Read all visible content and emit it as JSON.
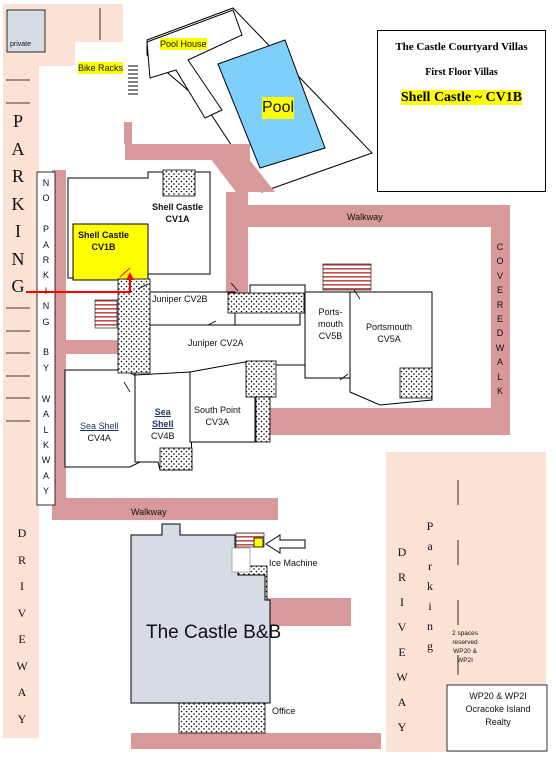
{
  "title_box": {
    "line1": "The Castle Courtyard Villas",
    "line2": "First Floor Villas",
    "line3": "Shell Castle ~ CV1B"
  },
  "labels": {
    "private": "private",
    "bike_racks": "Bike Racks",
    "pool_house": "Pool House",
    "pool": "Pool",
    "shell_castle_cv1a": [
      "Shell Castle",
      "CV1A"
    ],
    "shell_castle_cv1b": [
      "Shell Castle",
      "CV1B"
    ],
    "juniper_cv2b": "Juniper CV2B",
    "juniper_cv2a": "Juniper CV2A",
    "portsmouth_cv5b": [
      "Ports-",
      "mouth",
      "CV5B"
    ],
    "portsmouth_cv5a": [
      "Portsmouth",
      "CV5A"
    ],
    "sea_shell_cv4a": [
      "Sea Shell",
      "CV4A"
    ],
    "sea_shell_cv4b": [
      "Sea",
      "Shell",
      "CV4B"
    ],
    "south_point_cv3a": [
      "South Point",
      "CV3A"
    ],
    "walkway_top": "Walkway",
    "walkway_bottom": "Walkway",
    "ice_machine": "Ice Machine",
    "castle_bb": "The Castle B&B",
    "office": "Office",
    "reserved": [
      "2 spaces",
      "reserved",
      "WP20 &",
      "WP2I"
    ],
    "realty": [
      "WP20 & WP2I",
      "Ocracoke Island",
      "Realty"
    ]
  },
  "vertical_text": {
    "parking_left": [
      "P",
      "A",
      "R",
      "K",
      "I",
      "N",
      "G"
    ],
    "no_parking": [
      "N",
      "O",
      "",
      "P",
      "A",
      "R",
      "K",
      "I",
      "N",
      "G",
      "",
      "B",
      "Y",
      "",
      "W",
      "A",
      "L",
      "K",
      "W",
      "A",
      "Y"
    ],
    "covered_walk": [
      "C",
      "O",
      "V",
      "E",
      "R",
      "E",
      "D",
      "W",
      "A",
      "L",
      "K"
    ],
    "driveway_left": [
      "D",
      "R",
      "I",
      "V",
      "E",
      "W",
      "A",
      "Y"
    ],
    "driveway_right": [
      "D",
      "R",
      "I",
      "V",
      "E",
      "W",
      "A",
      "Y"
    ],
    "parking_right": [
      "P",
      "a",
      "r",
      "k",
      "i",
      "n",
      "g"
    ]
  },
  "colors": {
    "walkway": "#d8999b",
    "parking": "#fbe2d5",
    "pool": "#7ecffb",
    "highlight": "#ffff00",
    "building": "#d6dce5",
    "route": "#ff0000"
  }
}
